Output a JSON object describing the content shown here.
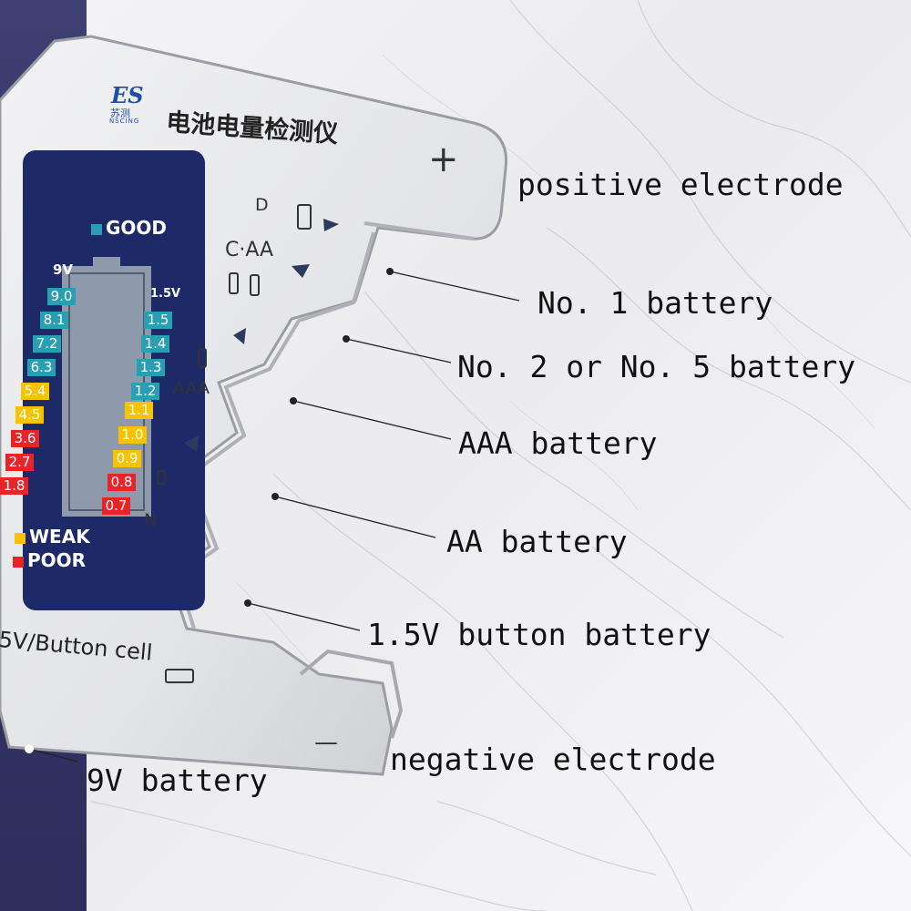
{
  "colors": {
    "navy": "#2f305f",
    "panel": "#1e2a67",
    "good": "#2a9fb3",
    "weak": "#f6c300",
    "poor": "#e8242b",
    "text_label": "#111111"
  },
  "device": {
    "brand_logo": "ES",
    "brand_cn": "苏测",
    "brand_en": "NSCING",
    "title": "电池电量检测仪",
    "legend": {
      "good": "GOOD",
      "weak": "WEAK",
      "poor": "POOR"
    },
    "scale_9v": {
      "header": "9V",
      "values": [
        "9.0",
        "8.1",
        "7.2",
        "6.3",
        "5.4",
        "4.5",
        "3.6",
        "2.7",
        "1.8"
      ]
    },
    "scale_15v": {
      "header": "1.5V",
      "values": [
        "1.5",
        "1.4",
        "1.3",
        "1.2",
        "1.1",
        "1.0",
        "0.9",
        "0.8",
        "0.7"
      ]
    },
    "slot_labels": {
      "d": "D",
      "caa": "C·AA",
      "aaa": "AAA",
      "n": "N"
    },
    "plus": "+",
    "minus": "—",
    "bottom_text": "5V/Button cell"
  },
  "annotations": {
    "positive": "positive electrode",
    "no1": "No. 1 battery",
    "no2": "No. 2 or No. 5 battery",
    "aaa": "AAA battery",
    "aa": "AA battery",
    "button": "1.5V button battery",
    "negative": "negative electrode",
    "nine_v": "9V battery"
  }
}
